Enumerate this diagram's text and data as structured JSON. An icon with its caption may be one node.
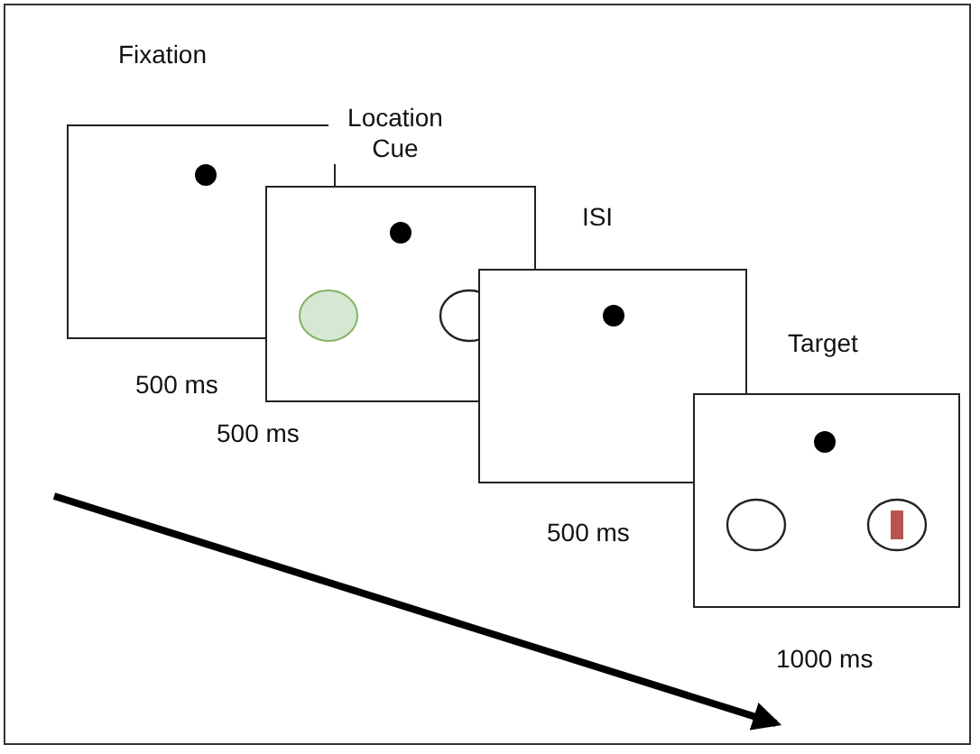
{
  "diagram": {
    "nodes": [
      {
        "text": [
          "Fixation"
        ],
        "beside": [
          "500 ms"
        ]
      },
      {
        "text": [
          "Location Cue"
        ],
        "beside": [
          "500 ms"
        ]
      },
      {
        "text": [
          "ISI"
        ],
        "beside": [
          "500 ms"
        ]
      },
      {
        "text": [
          "Target"
        ],
        "beside": [
          "1000 ms"
        ]
      }
    ],
    "edges": []
  }
}
